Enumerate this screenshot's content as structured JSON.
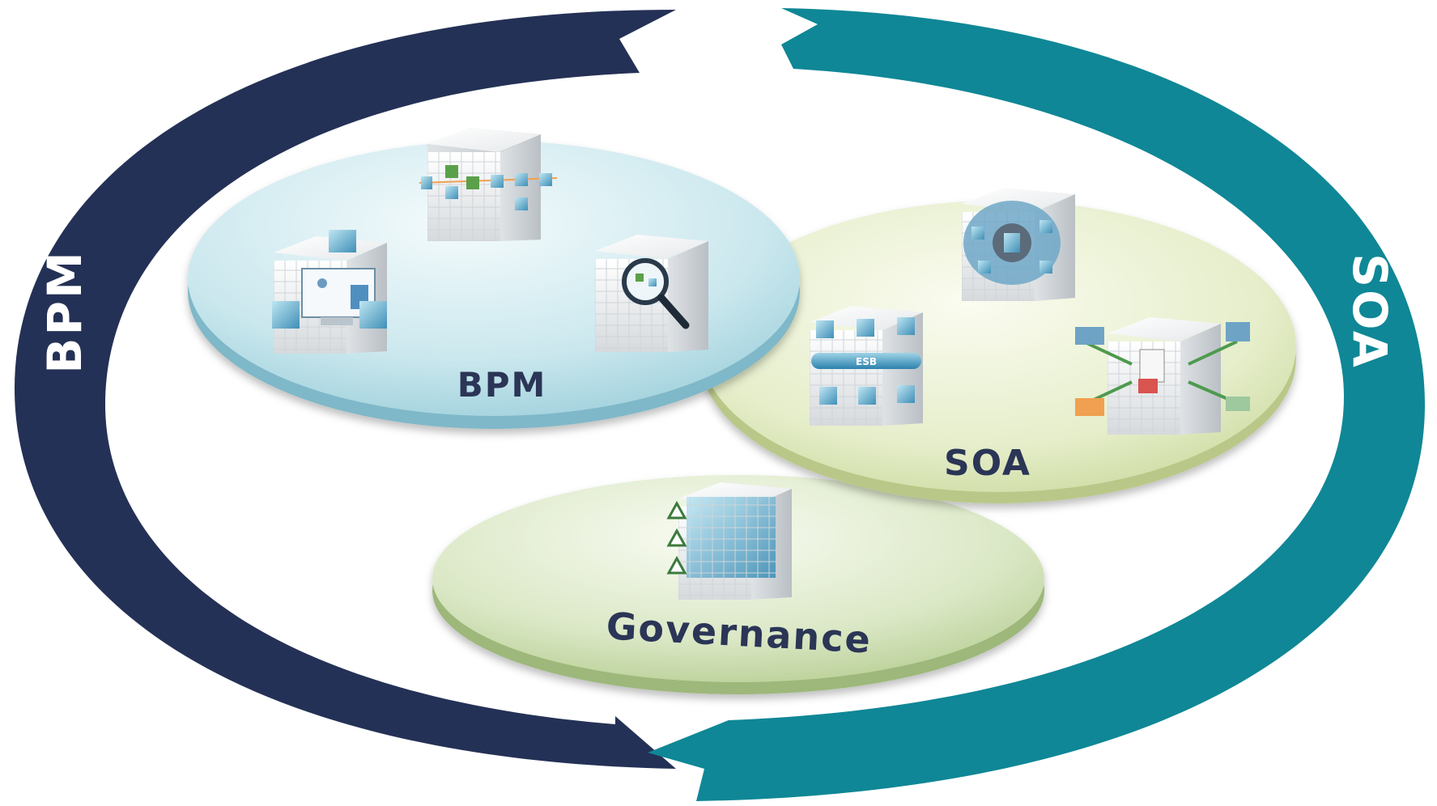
{
  "diagram": {
    "left_arc_label": "BPM",
    "right_arc_label": "SOA",
    "discs": {
      "bpm": {
        "label": "BPM"
      },
      "soa": {
        "label": "SOA"
      },
      "governance": {
        "label": "Governance"
      }
    },
    "esb_label": "ESB",
    "colors": {
      "left_arc": "#243156",
      "right_arc": "#0f8796",
      "bpm_disc": "#bfe3ea",
      "soa_disc": "#e3ebc4",
      "governance_disc": "#d8e6c0",
      "label_text": "#2b3556"
    }
  }
}
